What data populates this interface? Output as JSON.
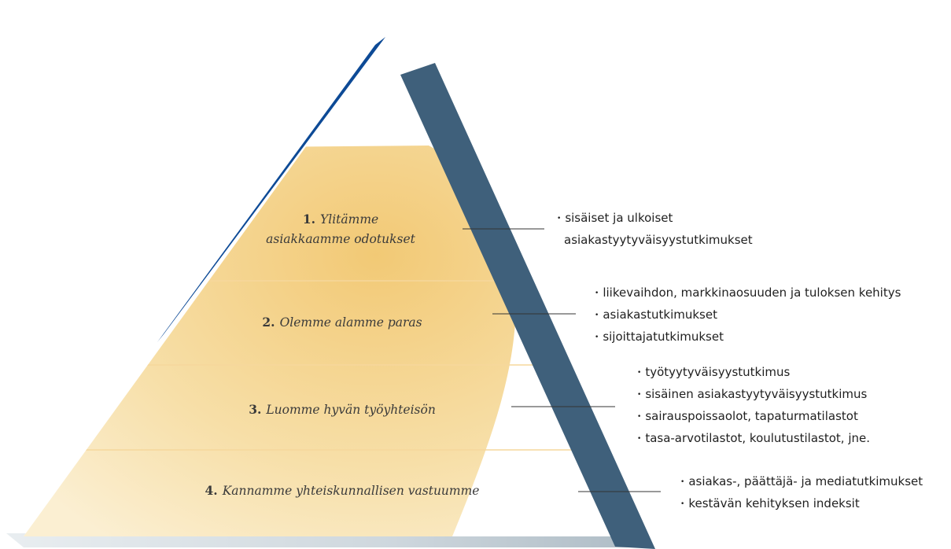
{
  "levels": [
    {
      "number": "1.",
      "title_lines": [
        "Ylitämme",
        "asiakkaamme odotukset"
      ],
      "bullets": [
        "sisäiset  ja ulkoiset",
        "asiakastyytyväisyystutkimukset"
      ]
    },
    {
      "number": "2.",
      "title_lines": [
        "Olemme alamme paras"
      ],
      "bullets": [
        "liikevaihdon, markkinaosuuden ja tuloksen kehitys",
        "asiakastutkimukset",
        "sijoittajatutkimukset"
      ]
    },
    {
      "number": "3.",
      "title_lines": [
        "Luomme hyvän työyhteisön"
      ],
      "bullets": [
        "työtyytyväisyystutkimus",
        "sisäinen asiakastyytyväisyystutkimus",
        "sairauspoissaolot, tapaturmatilastot",
        "tasa-arvotilastot, koulutustilastot, jne."
      ]
    },
    {
      "number": "4.",
      "title_lines": [
        "Kannamme yhteiskunnallisen vastuumme"
      ],
      "bullets": [
        "asiakas-, päättäjä- ja mediatutkimukset",
        "kestävän kehityksen indeksit"
      ]
    }
  ],
  "colors": {
    "fill": "#f4d28c",
    "blue_stripe": "#0d4a96",
    "slate_band": "#3f607b",
    "divider": "#f6d79c",
    "connector": "#333333"
  }
}
